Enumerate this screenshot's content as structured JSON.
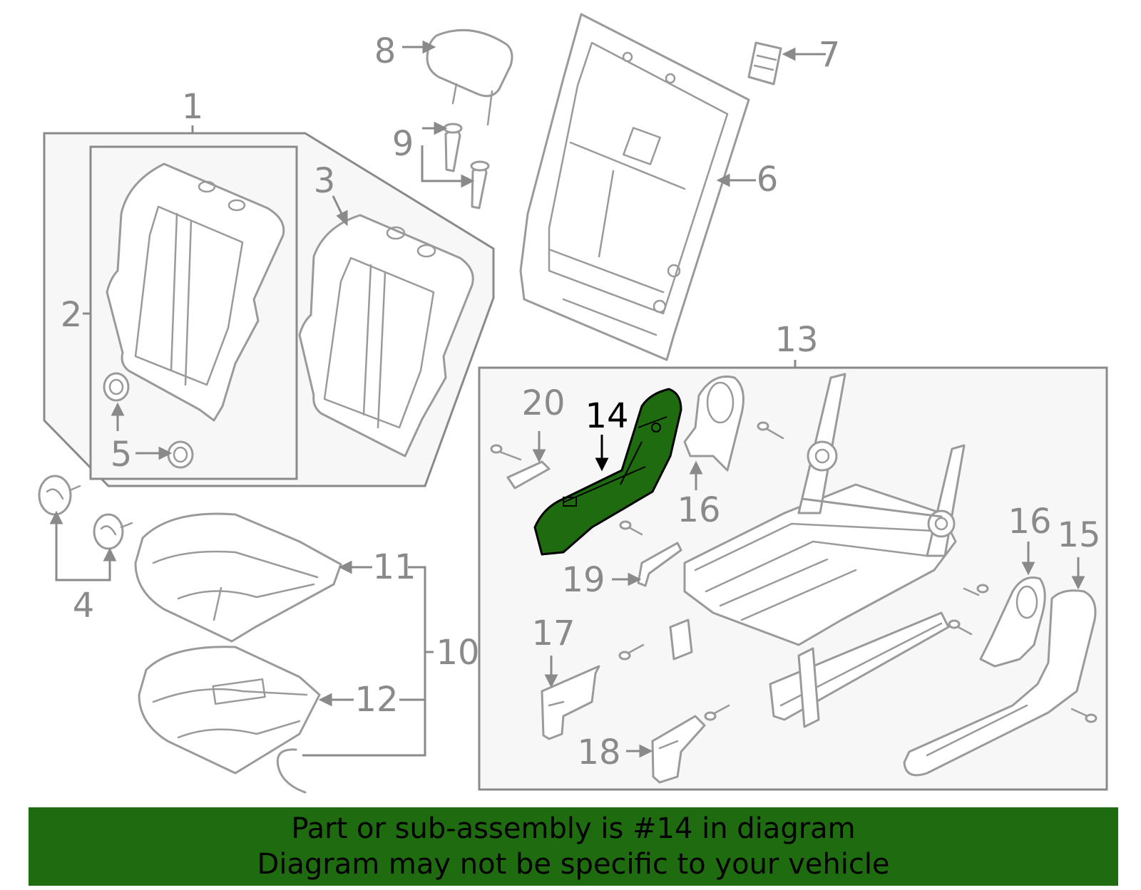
{
  "labels": {
    "l1": "1",
    "l2": "2",
    "l3": "3",
    "l4": "4",
    "l5": "5",
    "l6": "6",
    "l7": "7",
    "l8": "8",
    "l9": "9",
    "l10": "10",
    "l11": "11",
    "l12": "12",
    "l13": "13",
    "l14": "14",
    "l15": "15",
    "l16a": "16",
    "l16b": "16",
    "l17": "17",
    "l18": "18",
    "l19": "19",
    "l20": "20"
  },
  "banner": {
    "line1": "Part or sub-assembly is #14 in diagram",
    "line2": "Diagram may not be specific to your vehicle"
  },
  "colors": {
    "highlight": "#1e6b10",
    "banner_bg": "#1e6b10",
    "line_gray": "#8a8a8a",
    "box_fill": "#f7f7f7"
  }
}
